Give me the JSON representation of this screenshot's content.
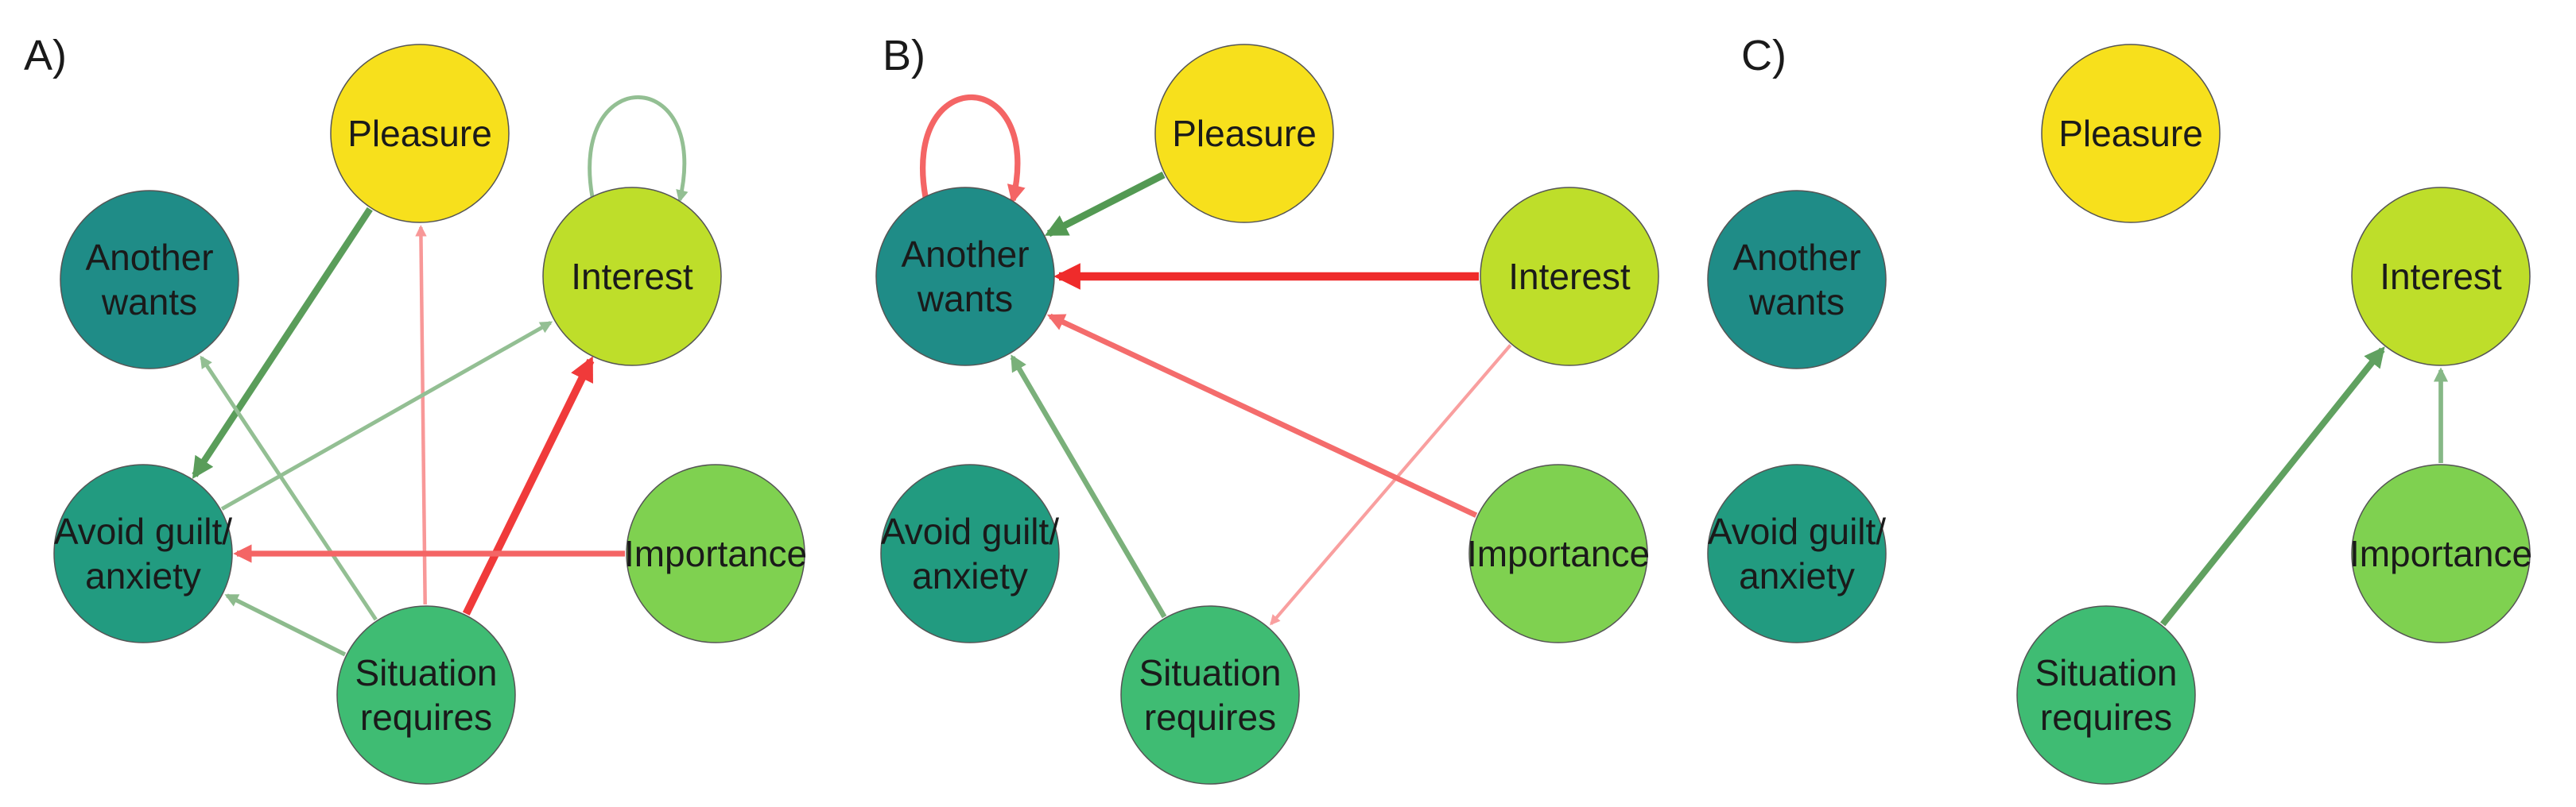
{
  "colors": {
    "pleasure": "#f7e01c",
    "another_wants": "#1f8c87",
    "interest": "#bede2a",
    "avoid_guilt": "#229b80",
    "importance": "#7fd150",
    "situation_requires": "#3fbc73",
    "node_stroke": "#555555",
    "edge_pos_strong": "#3a8a3a",
    "edge_pos_weak": "#b9d6b9",
    "edge_neg_strong": "#ef2b2b",
    "edge_neg_weak": "#fbbcbc"
  },
  "panels": [
    {
      "label": "A)",
      "nodes": [
        {
          "id": "pleasure",
          "lines": [
            "Pleasure"
          ]
        },
        {
          "id": "another_wants",
          "lines": [
            "Another",
            "wants"
          ]
        },
        {
          "id": "interest",
          "lines": [
            "Interest"
          ]
        },
        {
          "id": "avoid_guilt",
          "lines": [
            "Avoid guilt/",
            "anxiety"
          ]
        },
        {
          "id": "importance",
          "lines": [
            "Importance"
          ]
        },
        {
          "id": "situation_requires",
          "lines": [
            "Situation",
            "requires"
          ]
        }
      ],
      "edges": [
        {
          "from": "interest",
          "to": "interest",
          "sign": "positive",
          "strength": 0.3,
          "self_loop": true
        },
        {
          "from": "pleasure",
          "to": "avoid_guilt",
          "sign": "positive",
          "strength": 0.75
        },
        {
          "from": "situation_requires",
          "to": "pleasure",
          "sign": "negative",
          "strength": 0.25
        },
        {
          "from": "avoid_guilt",
          "to": "interest",
          "sign": "positive",
          "strength": 0.3
        },
        {
          "from": "situation_requires",
          "to": "interest",
          "sign": "negative",
          "strength": 0.9
        },
        {
          "from": "situation_requires",
          "to": "another_wants",
          "sign": "positive",
          "strength": 0.3
        },
        {
          "from": "importance",
          "to": "avoid_guilt",
          "sign": "negative",
          "strength": 0.6
        },
        {
          "from": "situation_requires",
          "to": "avoid_guilt",
          "sign": "positive",
          "strength": 0.35
        }
      ]
    },
    {
      "label": "B)",
      "nodes": [
        {
          "id": "pleasure",
          "lines": [
            "Pleasure"
          ]
        },
        {
          "id": "another_wants",
          "lines": [
            "Another",
            "wants"
          ]
        },
        {
          "id": "interest",
          "lines": [
            "Interest"
          ]
        },
        {
          "id": "avoid_guilt",
          "lines": [
            "Avoid guilt/",
            "anxiety"
          ]
        },
        {
          "id": "importance",
          "lines": [
            "Importance"
          ]
        },
        {
          "id": "situation_requires",
          "lines": [
            "Situation",
            "requires"
          ]
        }
      ],
      "edges": [
        {
          "from": "another_wants",
          "to": "another_wants",
          "sign": "negative",
          "strength": 0.6,
          "self_loop": true
        },
        {
          "from": "pleasure",
          "to": "another_wants",
          "sign": "positive",
          "strength": 0.8
        },
        {
          "from": "interest",
          "to": "another_wants",
          "sign": "negative",
          "strength": 1.0
        },
        {
          "from": "interest",
          "to": "situation_requires",
          "sign": "negative",
          "strength": 0.2
        },
        {
          "from": "importance",
          "to": "another_wants",
          "sign": "negative",
          "strength": 0.55
        },
        {
          "from": "situation_requires",
          "to": "another_wants",
          "sign": "positive",
          "strength": 0.5
        }
      ]
    },
    {
      "label": "C)",
      "nodes": [
        {
          "id": "pleasure",
          "lines": [
            "Pleasure"
          ]
        },
        {
          "id": "another_wants",
          "lines": [
            "Another",
            "wants"
          ]
        },
        {
          "id": "interest",
          "lines": [
            "Interest"
          ]
        },
        {
          "id": "avoid_guilt",
          "lines": [
            "Avoid guilt/",
            "anxiety"
          ]
        },
        {
          "id": "importance",
          "lines": [
            "Importance"
          ]
        },
        {
          "id": "situation_requires",
          "lines": [
            "Situation",
            "requires"
          ]
        }
      ],
      "edges": [
        {
          "from": "situation_requires",
          "to": "interest",
          "sign": "positive",
          "strength": 0.7
        },
        {
          "from": "importance",
          "to": "interest",
          "sign": "positive",
          "strength": 0.4
        }
      ]
    }
  ]
}
